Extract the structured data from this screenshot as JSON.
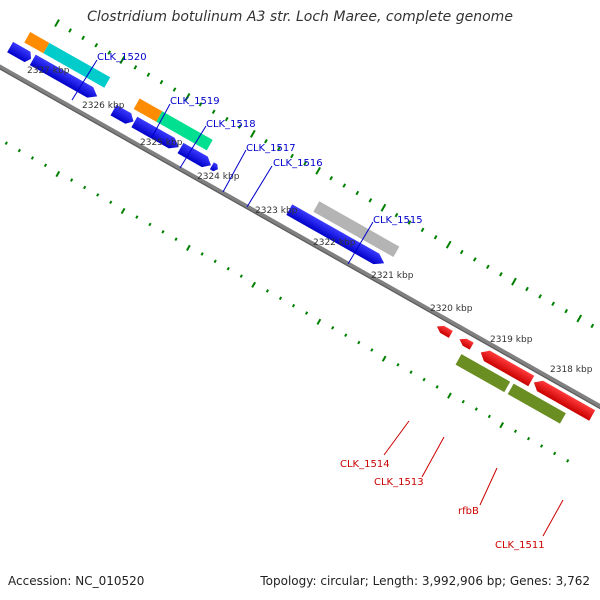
{
  "title": "Clostridium botulinum A3 str. Loch Maree, complete genome",
  "accession": "Accession: NC_010520",
  "summary": "Topology: circular; Length: 3,992,906 bp; Genes: 3,762",
  "ticks": [
    "2327 kbp",
    "2326 kbp",
    "2325 kbp",
    "2324 kbp",
    "2323 kbp",
    "2322 kbp",
    "2321 kbp",
    "2320 kbp",
    "2319 kbp",
    "2318 kbp"
  ],
  "genes_forward": [
    "CLK_1520",
    "CLK_1519",
    "CLK_1518",
    "CLK_1517",
    "CLK_1516",
    "CLK_1515"
  ],
  "genes_reverse": [
    "CLK_1514",
    "CLK_1513",
    "rfbB",
    "CLK_1511"
  ],
  "colors": {
    "forward_gene": "#0000ff",
    "reverse_gene": "#ff0000",
    "tick": "#008000",
    "backbone": "#808080",
    "cog_orange": "#ff8c00",
    "cog_cyan": "#00cccc",
    "cog_green": "#00e090",
    "cog_grey": "#b4b4b4",
    "cog_olive": "#6b8e23"
  }
}
